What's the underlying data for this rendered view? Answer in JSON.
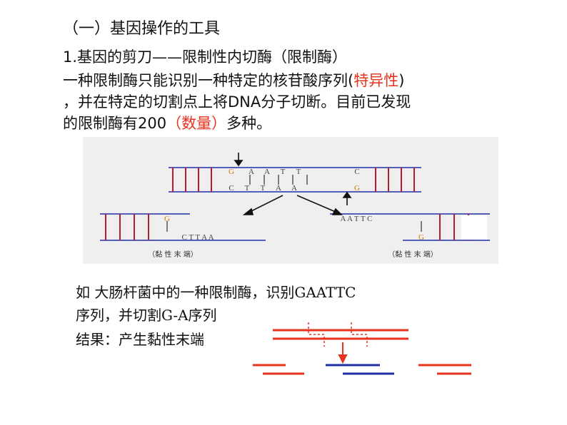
{
  "section_title": "（一）基因操作的工具",
  "subheading": "1.基因的剪刀——限制性内切酶（限制酶）",
  "paragraph": {
    "line1_a": "一种限制酶只能识别一种特定的核苷酸序列(",
    "line1_red": "特异性",
    "line1_b": ")",
    "line2": "，并在特定的切割点上将DNA分子切断。目前已发现",
    "line3_a": "的限制酶有200",
    "line3_red": "（数量）",
    "line3_b": "多种。"
  },
  "figure": {
    "top_strand": [
      "G",
      "A",
      "A",
      "T",
      "T",
      "C"
    ],
    "bottom_strand": [
      "C",
      "T",
      "T",
      "A",
      "A",
      "G"
    ],
    "left_fragment_top": "G",
    "left_fragment_bottom": "C T T A A",
    "right_fragment_top": "A A T T C",
    "right_fragment_bottom": "G",
    "left_caption": "（黏 性 末 端）",
    "right_caption": "（黏 性 末 端）"
  },
  "example": {
    "line1": "如  大肠杆菌中的一种限制酶，识别GAATTC",
    "line2": "序列，并切割G-A序列",
    "line3": "结果：产生黏性末端"
  },
  "colors": {
    "accent_red": "#e8321e",
    "strand_blue": "#1f2fa6",
    "rung_red": "#c0182c"
  }
}
